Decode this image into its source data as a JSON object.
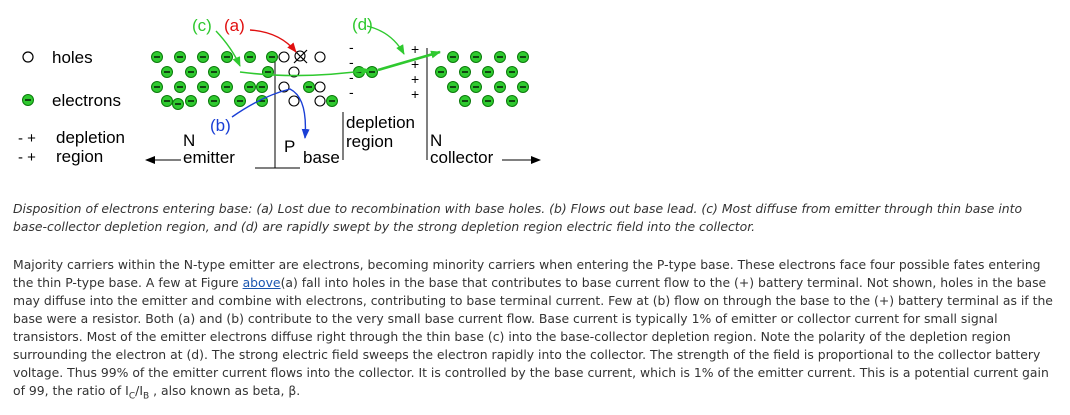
{
  "figure": {
    "legend": {
      "holes": "holes",
      "electrons": "electrons",
      "depletion_line1": "depletion",
      "depletion_line2": "region",
      "depletion_signs1": "- +",
      "depletion_signs2": "- +"
    },
    "regions": {
      "n_left": "N",
      "emitter": "emitter",
      "p": "P",
      "base": "base",
      "depletion_top": "depletion",
      "depletion_bottom": "region",
      "n_right": "N",
      "collector": "collector"
    },
    "markers": {
      "a": "(a)",
      "b": "(b)",
      "c": "(c)",
      "d": "(d)"
    },
    "colors": {
      "electron": "#2fc92f",
      "a": "#e01010",
      "b": "#1a3fd6",
      "c": "#2fc92f",
      "d": "#2fc92f"
    },
    "electron_sign": "−"
  },
  "caption": "Disposition of electrons entering base: (a) Lost due to recombination with base holes. (b) Flows out base lead. (c) Most diffuse from emitter through thin base into base-collector depletion region, and (d) are rapidly swept by the strong depletion region electric field into the collector.",
  "paragraph": {
    "part1": "Majority carriers within the N-type emitter are electrons, becoming minority carriers when entering the P-type base. These electrons face four possible fates entering the thin P-type base. A few at Figure ",
    "link": "above",
    "part2": "(a) fall into holes in the base that contributes to base current flow to the (+) battery terminal. Not shown, holes in the base may diffuse into the emitter and combine with electrons, contributing to base terminal current. Few at (b) flow on through the base to the (+) battery terminal as if the base were a resistor. Both (a) and (b) contribute to the very small base current flow. Base current is typically 1% of emitter or collector current for small signal transistors. Most of the emitter electrons diffuse right through the thin base (c) into the base-collector depletion region. Note the polarity of the depletion region surrounding the electron at (d). The strong electric field sweeps the electron rapidly into the collector. The strength of the field is proportional to the collector battery voltage. Thus 99% of the emitter current flows into the collector. It is controlled by the base current, which is 1% of the emitter current. This is a potential current gain of 99, the ratio of I",
    "sub1": "C",
    "slash": "/I",
    "sub2": "B",
    "part3": " , also known as beta, β."
  }
}
